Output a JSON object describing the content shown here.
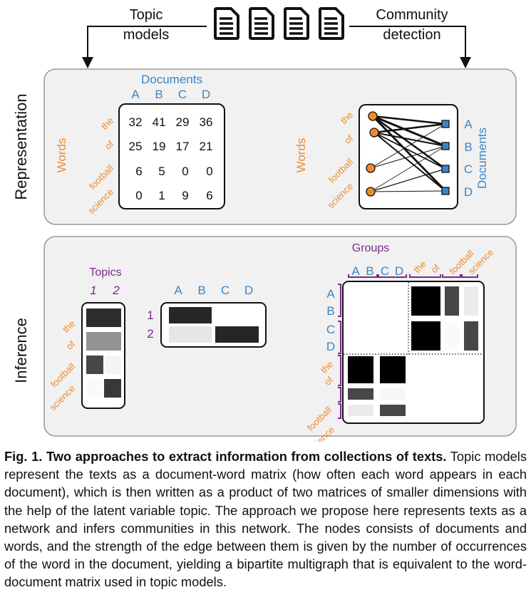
{
  "header": {
    "left_label_line1": "Topic",
    "left_label_line2": "models",
    "right_label_line1": "Community",
    "right_label_line2": "detection",
    "doc_icon": "document-icon"
  },
  "representation": {
    "panel_label": "Representation",
    "matrix": {
      "words_label": "Words",
      "documents_label": "Documents",
      "columns": [
        "A",
        "B",
        "C",
        "D"
      ],
      "rows": [
        "the",
        "of",
        "football",
        "science"
      ],
      "values": [
        [
          32,
          41,
          29,
          36
        ],
        [
          25,
          19,
          17,
          21
        ],
        [
          6,
          5,
          0,
          0
        ],
        [
          0,
          1,
          9,
          6
        ]
      ]
    },
    "network": {
      "words_label": "Words",
      "documents_label": "Documents",
      "word_nodes": [
        "the",
        "of",
        "football",
        "science"
      ],
      "doc_nodes": [
        "A",
        "B",
        "C",
        "D"
      ],
      "word_color": "#f0892a",
      "doc_color": "#3a85c6"
    }
  },
  "inference": {
    "panel_label": "Inference",
    "topics_title": "Topics",
    "topic_labels": [
      "1",
      "2"
    ],
    "word_labels": [
      "the",
      "of",
      "football",
      "science"
    ],
    "doc_labels": [
      "A",
      "B",
      "C",
      "D"
    ],
    "word_topic_levels": [
      [
        0.82,
        0.82
      ],
      [
        0.42,
        0.42
      ],
      [
        0.72,
        0.04
      ],
      [
        0.02,
        0.78
      ]
    ],
    "topic_doc_levels": [
      [
        0.85,
        0.0
      ],
      [
        0.1,
        0.85
      ]
    ],
    "groups_title": "Groups",
    "group_col_labels": [
      "A",
      "B",
      "C",
      "D",
      "the",
      "of",
      "football",
      "science"
    ],
    "group_row_labels": [
      "A",
      "B",
      "C",
      "D",
      "the",
      "of",
      "football",
      "science"
    ],
    "block_levels": {
      "ab_the": 1.0,
      "ab_of": 0.72,
      "ab_football": 0.08,
      "cd_the": 1.0,
      "cd_of": 0.02,
      "cd_football": 0.72,
      "the_ab": 1.0,
      "the_cd": 1.0,
      "of_ab": 0.72,
      "of_cd": 0.03,
      "football_ab": 0.08,
      "football_cd": 0.72
    }
  },
  "colors": {
    "word_orange": "#f0892a",
    "doc_blue": "#3a85c6",
    "group_purple": "#7a2a8a",
    "panel_fill": "#f1f1f1",
    "panel_border": "#9a9a9a"
  },
  "caption": {
    "lead": "Fig. 1. Two approaches to extract information from collections of texts.",
    "body": "Topic models represent the texts as a document-word matrix (how often each word appears in each document), which is then written as a product of two matrices of smaller dimensions with the help of the latent variable topic. The approach we propose here represents texts as a network and infers communities in this network. The nodes consists of documents and words, and the strength of the edge between them is given by the number of occurrences of the word in the document, yielding a bipartite multigraph that is equivalent to the word-document matrix used in topic models."
  }
}
